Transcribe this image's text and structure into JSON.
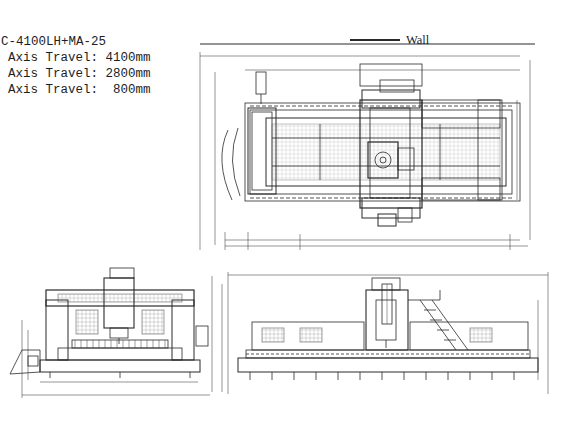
{
  "diagram": {
    "title": "C-4100LH+MA-25",
    "labels": [
      "Axis Travel: 4100mm",
      "Axis Travel: 2800mm",
      "Axis Travel:  800mm",
      "Wall"
    ]
  }
}
